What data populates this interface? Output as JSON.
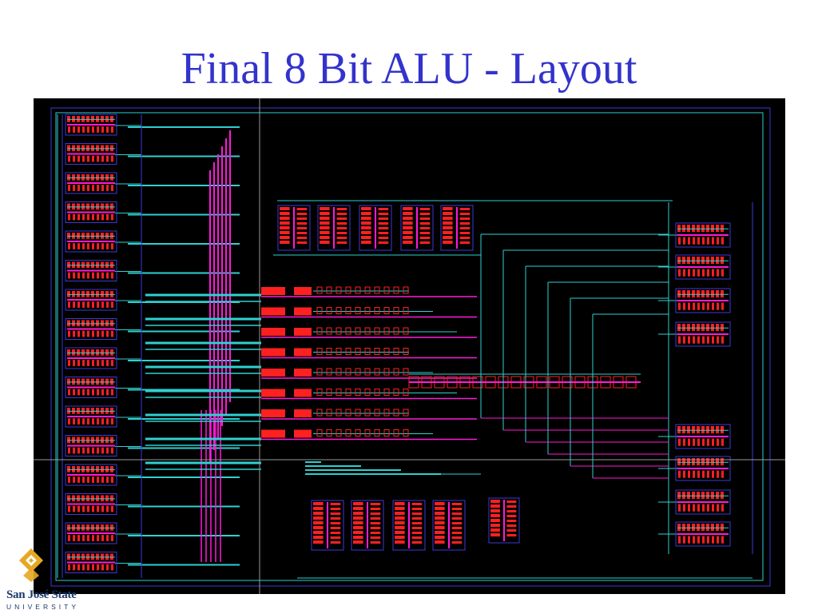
{
  "slide": {
    "title": "Final 8 Bit ALU - Layout"
  },
  "layout_image": {
    "background": "#000000",
    "colors": {
      "metal": "#2fd0d0",
      "poly": "#ff1ad9",
      "diffusion": "#ff2020",
      "well": "#3a3ad8",
      "crosshair": "#9a9a9a"
    }
  },
  "logo": {
    "name": "San José State",
    "subtitle": "UNIVERSITY",
    "colors": {
      "gold": "#e5a823",
      "navy": "#1a3a6b"
    }
  }
}
